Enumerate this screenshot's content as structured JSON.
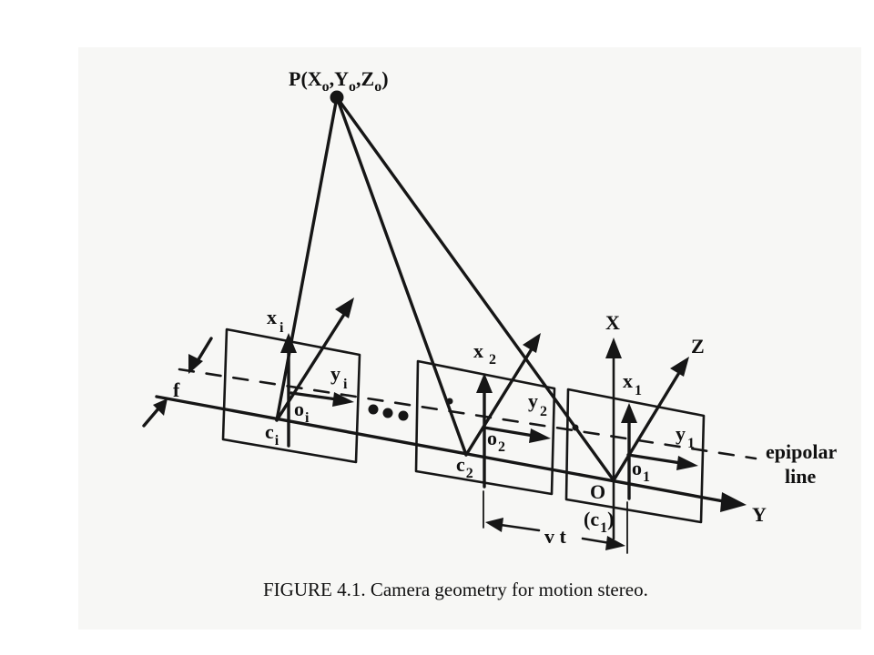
{
  "figure": {
    "point_label": {
      "base": "P(X",
      "s1": "o",
      "m1": ",Y",
      "s2": "o",
      "m2": ",Z",
      "s3": "o",
      "end": ")"
    },
    "left_camera": {
      "x": "x",
      "x_sub": "i",
      "y": "y",
      "y_sub": "i",
      "o": "o",
      "o_sub": "i",
      "c": "c",
      "c_sub": "i",
      "f": "f"
    },
    "middle_camera": {
      "x": "x",
      "x_sub": "2",
      "y": "y",
      "y_sub": "2",
      "o": "o",
      "o_sub": "2",
      "c": "c",
      "c_sub": "2"
    },
    "right_camera": {
      "x": "x",
      "x_sub": "1",
      "y": "y",
      "y_sub": "1",
      "o": "o",
      "o_sub": "1",
      "origin": "O",
      "c1": "(c",
      "c1_sub": "1",
      "c1_end": ")"
    },
    "world_axes": {
      "X": "X",
      "Y": "Y",
      "Z": "Z"
    },
    "epipolar": {
      "line1": "epipolar",
      "line2": "line"
    },
    "displacement": "v t",
    "caption": "FIGURE 4.1. Camera geometry for motion stereo."
  }
}
